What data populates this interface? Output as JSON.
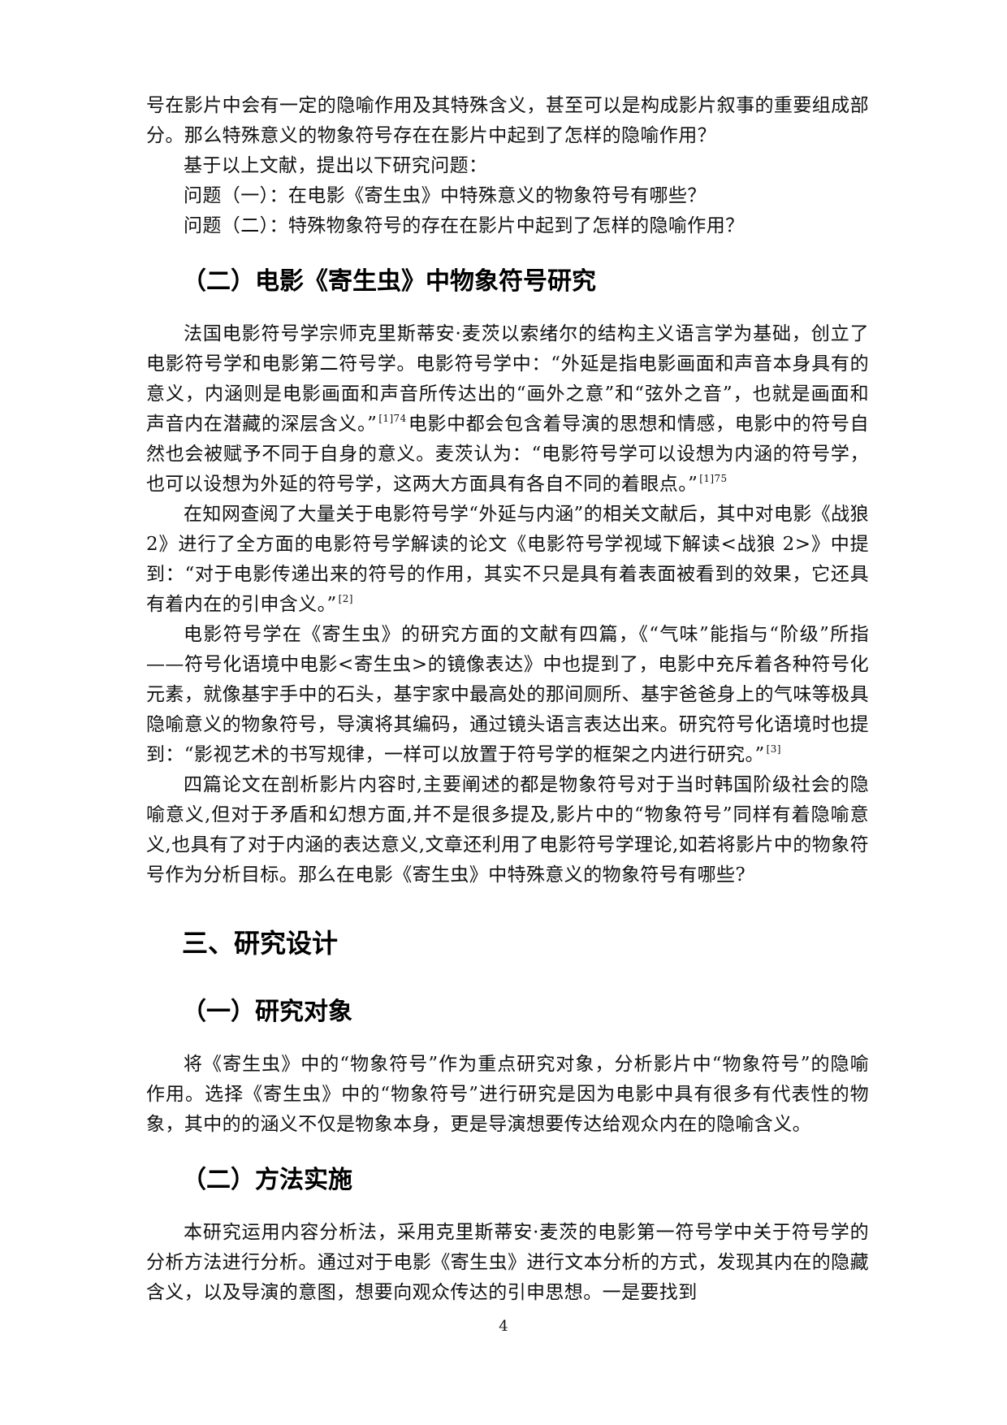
{
  "paragraphs": {
    "intro_cont": "号在影片中会有一定的隐喻作用及其特殊含义，甚至可以是构成影片叙事的重要组成部分。那么特殊意义的物象符号存在在影片中起到了怎样的隐喻作用？",
    "intro_basis": "基于以上文献，提出以下研究问题：",
    "question_1": "问题（一）：在电影《寄生虫》中特殊意义的物象符号有哪些？",
    "question_2": "问题（二）：特殊物象符号的存在在影片中起到了怎样的隐喻作用？"
  },
  "section_2_2": {
    "heading": "（二）电影《寄生虫》中物象符号研究",
    "p1_a": "法国电影符号学宗师克里斯蒂安·麦茨以索绪尔的结构主义语言学为基础，创立了电影符号学和电影第二符号学。电影符号学中：“外延是指电影画面和声音本身具有的意义，内涵则是电影画面和声音所传达出的“画外之意”和“弦外之音”，也就是画面和声音内在潜藏的深层含义。”",
    "p1_ref1": "[1]74",
    "p1_b": "电影中都会包含着导演的思想和情感，电影中的符号自然也会被赋予不同于自身的意义。麦茨认为：“电影符号学可以设想为内涵的符号学，也可以设想为外延的符号学，这两大方面具有各自不同的着眼点。”",
    "p1_ref2": "[1]75",
    "p2_a": "在知网查阅了大量关于电影符号学“外延与内涵”的相关文献后，其中对电影《战狼 2》进行了全方面的电影符号学解读的论文《电影符号学视域下解读<战狼 2>》中提到：“对于电影传递出来的符号的作用，其实不只是具有着表面被看到的效果，它还具有着内在的引申含义。”",
    "p2_ref": "[2]",
    "p3_a": "电影符号学在《寄生虫》的研究方面的文献有四篇，《“气味”能指与“阶级”所指——符号化语境中电影<寄生虫>的镜像表达》中也提到了，电影中充斥着各种符号化元素，就像基宇手中的石头，基宇家中最高处的那间厕所、基宇爸爸身上的气味等极具隐喻意义的物象符号，导演将其编码，通过镜头语言表达出来。研究符号化语境时也提到：“影视艺术的书写规律，一样可以放置于符号学的框架之内进行研究。”",
    "p3_ref": "[3]",
    "p4": "四篇论文在剖析影片内容时,主要阐述的都是物象符号对于当时韩国阶级社会的隐喻意义,但对于矛盾和幻想方面,并不是很多提及,影片中的“物象符号”同样有着隐喻意义,也具有了对于内涵的表达意义,文章还利用了电影符号学理论,如若将影片中的物象符号作为分析目标。那么在电影《寄生虫》中特殊意义的物象符号有哪些?"
  },
  "section_3": {
    "heading": "三、研究设计",
    "sub1": {
      "heading": "（一）研究对象",
      "text": "将《寄生虫》中的“物象符号”作为重点研究对象，分析影片中“物象符号”的隐喻作用。选择《寄生虫》中的“物象符号”进行研究是因为电影中具有很多有代表性的物象，其中的的涵义不仅是物象本身，更是导演想要传达给观众内在的隐喻含义。"
    },
    "sub2": {
      "heading": "（二）方法实施",
      "text": "本研究运用内容分析法，采用克里斯蒂安·麦茨的电影第一符号学中关于符号学的分析方法进行分析。通过对于电影《寄生虫》进行文本分析的方式，发现其内在的隐藏含义，以及导演的意图，想要向观众传达的引申思想。一是要找到"
    }
  },
  "page_number": "4"
}
